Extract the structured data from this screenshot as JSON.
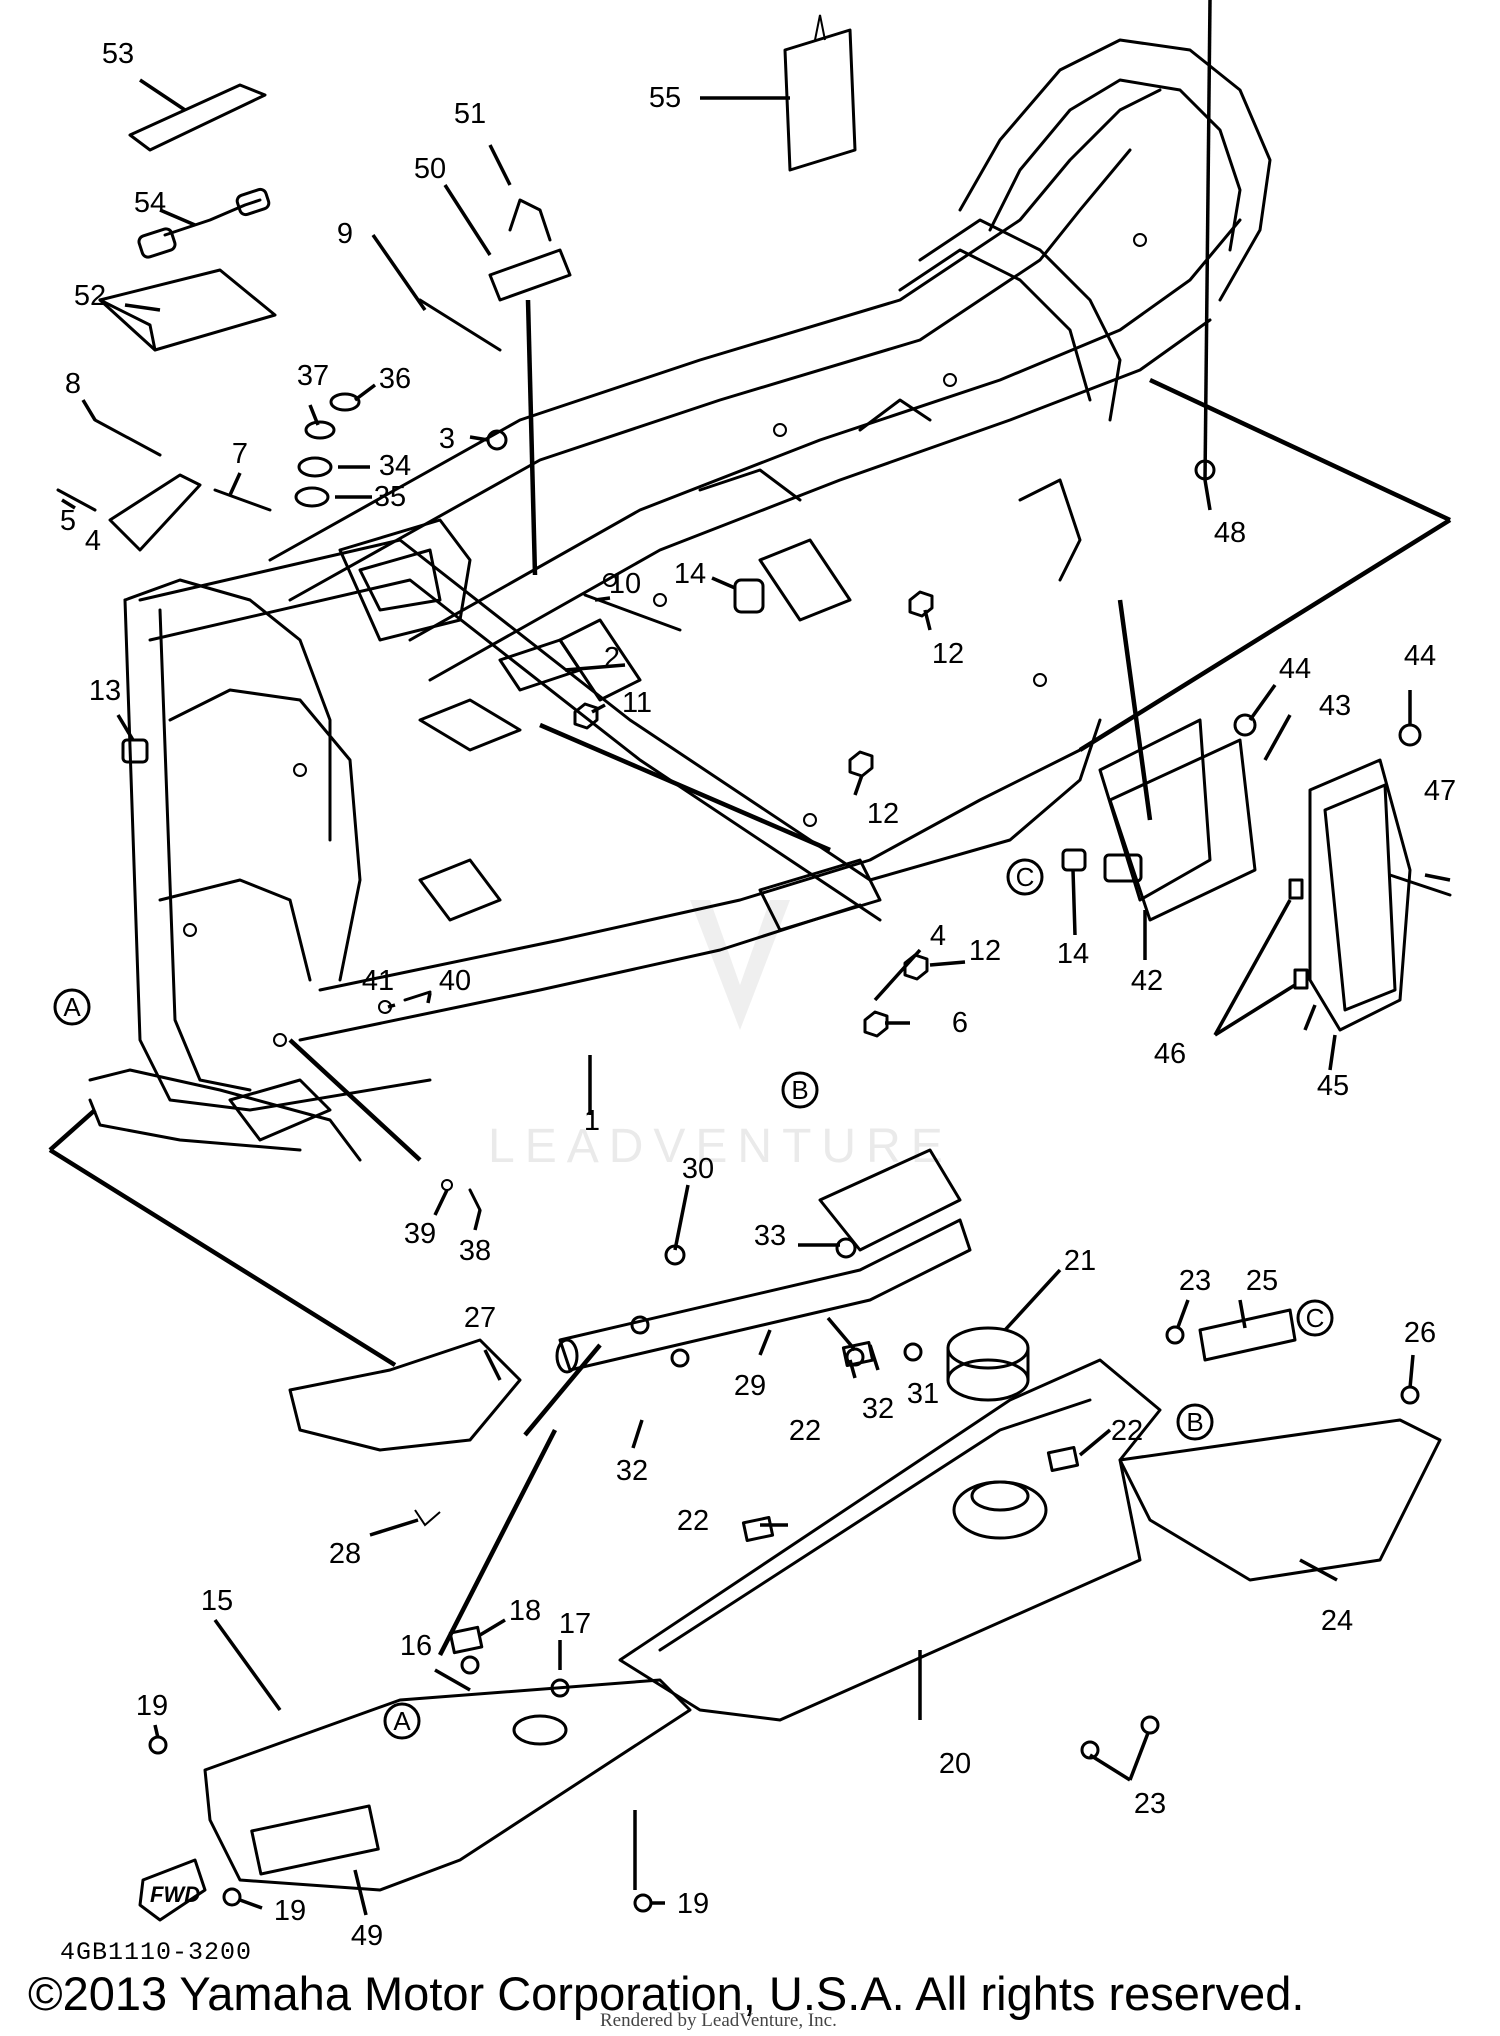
{
  "diagram": {
    "code": "4GB1110-3200",
    "copyright": "©2013 Yamaha Motor Corporation, U.S.A. All rights reserved.",
    "rendered_by": "Rendered by LeadVenture, Inc.",
    "watermark": "LEADVENTURE",
    "callouts": [
      {
        "id": "c53",
        "label": "53"
      },
      {
        "id": "c55",
        "label": "55"
      },
      {
        "id": "c51",
        "label": "51"
      },
      {
        "id": "c54",
        "label": "54"
      },
      {
        "id": "c50",
        "label": "50"
      },
      {
        "id": "c9",
        "label": "9"
      },
      {
        "id": "c52",
        "label": "52"
      },
      {
        "id": "c37",
        "label": "37"
      },
      {
        "id": "c36",
        "label": "36"
      },
      {
        "id": "c8",
        "label": "8"
      },
      {
        "id": "c3",
        "label": "3"
      },
      {
        "id": "c7",
        "label": "7"
      },
      {
        "id": "c34",
        "label": "34"
      },
      {
        "id": "c35",
        "label": "35"
      },
      {
        "id": "c5",
        "label": "5"
      },
      {
        "id": "c4a",
        "label": "4"
      },
      {
        "id": "c48",
        "label": "48"
      },
      {
        "id": "c14a",
        "label": "14"
      },
      {
        "id": "c10",
        "label": "10"
      },
      {
        "id": "c12a",
        "label": "12"
      },
      {
        "id": "c2",
        "label": "2"
      },
      {
        "id": "c11",
        "label": "11"
      },
      {
        "id": "c13",
        "label": "13"
      },
      {
        "id": "c44a",
        "label": "44"
      },
      {
        "id": "c44b",
        "label": "44"
      },
      {
        "id": "c43",
        "label": "43"
      },
      {
        "id": "c12b",
        "label": "12"
      },
      {
        "id": "c47",
        "label": "47"
      },
      {
        "id": "c14b",
        "label": "14"
      },
      {
        "id": "c42",
        "label": "42"
      },
      {
        "id": "c4b",
        "label": "4"
      },
      {
        "id": "c12c",
        "label": "12"
      },
      {
        "id": "c41",
        "label": "41"
      },
      {
        "id": "c40",
        "label": "40"
      },
      {
        "id": "c6",
        "label": "6"
      },
      {
        "id": "c46",
        "label": "46"
      },
      {
        "id": "c45",
        "label": "45"
      },
      {
        "id": "c1",
        "label": "1"
      },
      {
        "id": "c30",
        "label": "30"
      },
      {
        "id": "c33",
        "label": "33"
      },
      {
        "id": "c21",
        "label": "21"
      },
      {
        "id": "c39",
        "label": "39"
      },
      {
        "id": "c38",
        "label": "38"
      },
      {
        "id": "c23a",
        "label": "23"
      },
      {
        "id": "c25",
        "label": "25"
      },
      {
        "id": "c26",
        "label": "26"
      },
      {
        "id": "c27",
        "label": "27"
      },
      {
        "id": "c29",
        "label": "29"
      },
      {
        "id": "c32a",
        "label": "32"
      },
      {
        "id": "c31",
        "label": "31"
      },
      {
        "id": "c22a",
        "label": "22"
      },
      {
        "id": "c22b",
        "label": "22"
      },
      {
        "id": "c32b",
        "label": "32"
      },
      {
        "id": "c22c",
        "label": "22"
      },
      {
        "id": "c28",
        "label": "28"
      },
      {
        "id": "c24",
        "label": "24"
      },
      {
        "id": "c18",
        "label": "18"
      },
      {
        "id": "c17",
        "label": "17"
      },
      {
        "id": "c15",
        "label": "15"
      },
      {
        "id": "c16",
        "label": "16"
      },
      {
        "id": "c19a",
        "label": "19"
      },
      {
        "id": "c20",
        "label": "20"
      },
      {
        "id": "c23b",
        "label": "23"
      },
      {
        "id": "c19b",
        "label": "19"
      },
      {
        "id": "c49",
        "label": "49"
      },
      {
        "id": "c19c",
        "label": "19"
      }
    ],
    "refs": [
      {
        "id": "rA1",
        "label": "A"
      },
      {
        "id": "rB1",
        "label": "B"
      },
      {
        "id": "rC1",
        "label": "C"
      },
      {
        "id": "rC2",
        "label": "C"
      },
      {
        "id": "rB2",
        "label": "B"
      },
      {
        "id": "rA2",
        "label": "A"
      }
    ],
    "fwd_marker": "FWD"
  }
}
